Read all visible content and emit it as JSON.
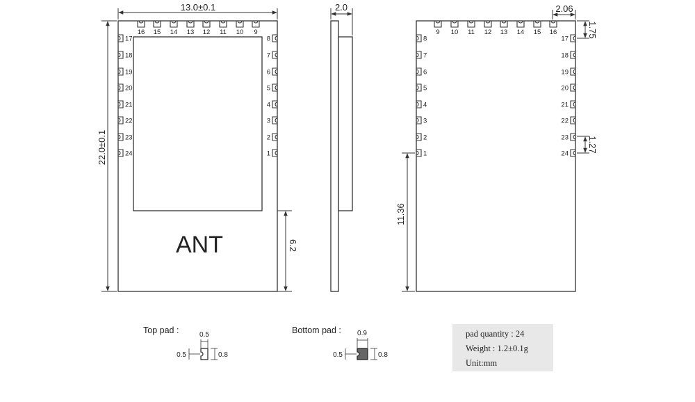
{
  "dims": {
    "width": "13.0±0.1",
    "height": "22.0±0.1",
    "thickness": "2.0",
    "ant_gap": "6.2",
    "corner_pad_offset_x": "2.06",
    "top_pad_offset": "1.75",
    "pitch": "1.27",
    "pin1_height": "11.36"
  },
  "labels": {
    "antenna": "ANT",
    "top_pad": "Top pad :",
    "bottom_pad": "Bottom pad :"
  },
  "top_pad_dims": {
    "top": "0.5",
    "left": "0.5",
    "right": "0.8"
  },
  "bottom_pad_dims": {
    "top": "0.9",
    "left": "0.5",
    "right": "0.8"
  },
  "pins": {
    "front_top": [
      "16",
      "15",
      "14",
      "13",
      "12",
      "11",
      "10",
      "9"
    ],
    "front_left": [
      "17",
      "18",
      "19",
      "20",
      "21",
      "22",
      "23",
      "24"
    ],
    "front_right": [
      "8",
      "7",
      "6",
      "5",
      "4",
      "3",
      "2",
      "1"
    ],
    "back_top": [
      "9",
      "10",
      "11",
      "12",
      "13",
      "14",
      "15",
      "16"
    ],
    "back_left": [
      "8",
      "7",
      "6",
      "5",
      "4",
      "3",
      "2",
      "1"
    ],
    "back_right": [
      "17",
      "18",
      "19",
      "20",
      "21",
      "22",
      "23",
      "24"
    ]
  },
  "info": {
    "pad_quantity": "pad quantity : 24",
    "weight": "Weight : 1.2±0.1g",
    "unit": "Unit:mm"
  }
}
